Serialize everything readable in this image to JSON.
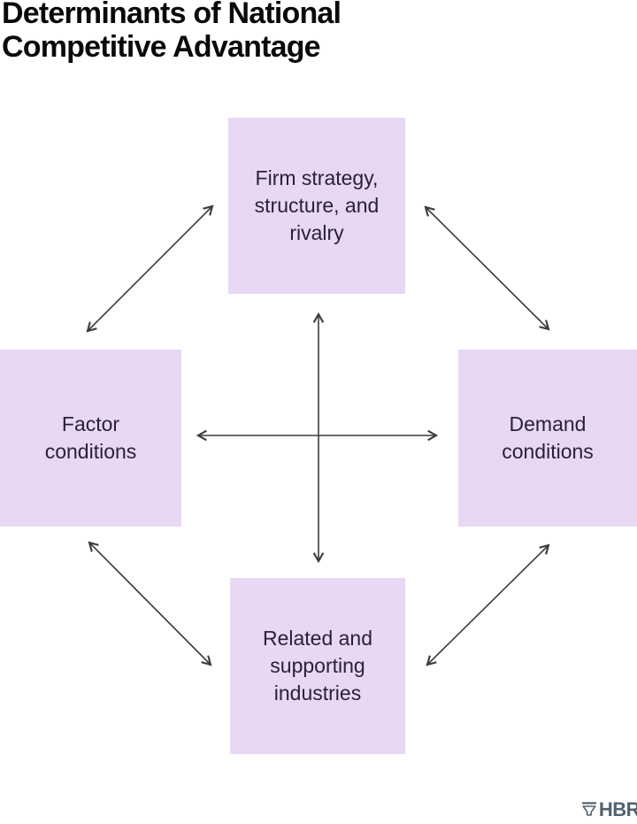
{
  "title": "Determinants of National\nCompetitive Advantage",
  "diagram": {
    "type": "relationship-diamond",
    "boxes": {
      "top": "Firm strategy,\nstructure, and\nrivalry",
      "left": "Factor\nconditions",
      "right": "Demand\nconditions",
      "bottom": "Related and\nsupporting\nindustries"
    },
    "connections": [
      {
        "from": "factor-conditions",
        "to": "firm-strategy-structure-rivalry",
        "bidirectional": true
      },
      {
        "from": "firm-strategy-structure-rivalry",
        "to": "demand-conditions",
        "bidirectional": true
      },
      {
        "from": "factor-conditions",
        "to": "demand-conditions",
        "bidirectional": true
      },
      {
        "from": "firm-strategy-structure-rivalry",
        "to": "related-supporting-industries",
        "bidirectional": true
      },
      {
        "from": "factor-conditions",
        "to": "related-supporting-industries",
        "bidirectional": true
      },
      {
        "from": "related-supporting-industries",
        "to": "demand-conditions",
        "bidirectional": true
      }
    ]
  },
  "branding": {
    "logo_text": "HBR",
    "logo_icon": "hbr-shield-icon"
  },
  "colors": {
    "bg": "#ffffff",
    "title": "#0a0a0a",
    "box_fill": "#e8d8f3",
    "box_text": "#2b2135",
    "arrow": "#3c3c3c",
    "logo": "#51626f"
  }
}
